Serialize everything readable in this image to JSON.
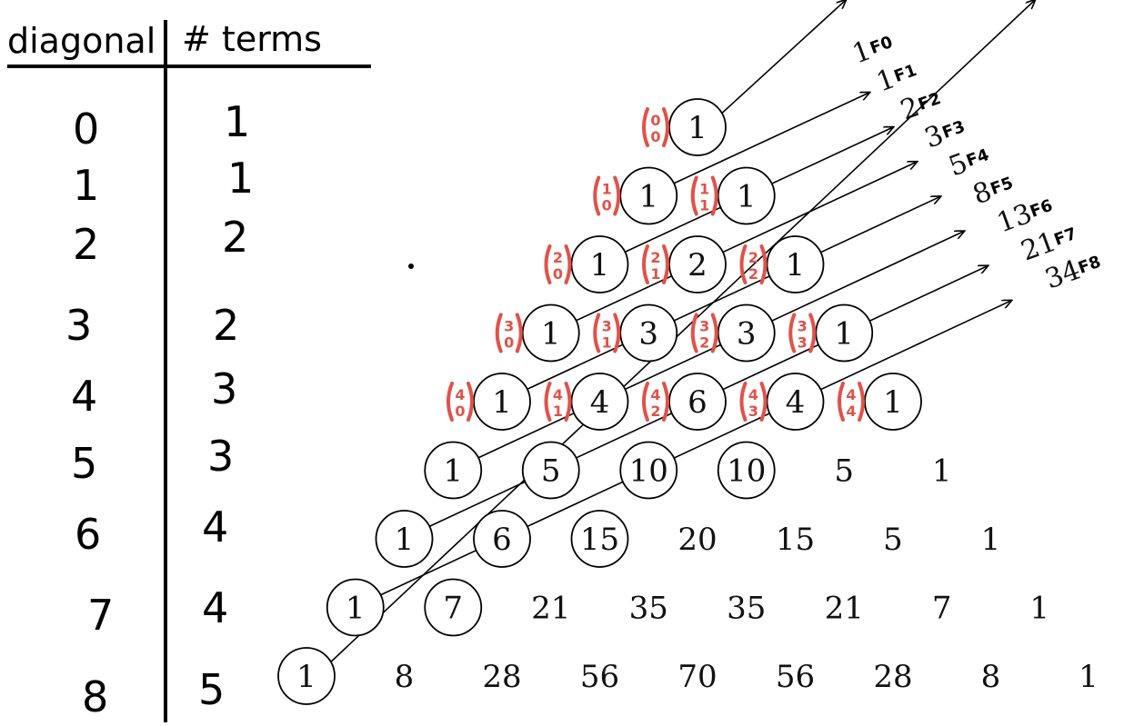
{
  "table": {
    "header_diagonal": "diagonal",
    "header_terms": "# terms",
    "rows": [
      {
        "diagonal": "0",
        "terms": "1"
      },
      {
        "diagonal": "1",
        "terms": "1"
      },
      {
        "diagonal": "2",
        "terms": "2"
      },
      {
        "diagonal": "3",
        "terms": "2"
      },
      {
        "diagonal": "4",
        "terms": "3"
      },
      {
        "diagonal": "5",
        "terms": "3"
      },
      {
        "diagonal": "6",
        "terms": "4"
      },
      {
        "diagonal": "7",
        "terms": "4"
      },
      {
        "diagonal": "8",
        "terms": "5"
      }
    ]
  },
  "triangle": {
    "rows": [
      [
        "1"
      ],
      [
        "1",
        "1"
      ],
      [
        "1",
        "2",
        "1"
      ],
      [
        "1",
        "3",
        "3",
        "1"
      ],
      [
        "1",
        "4",
        "6",
        "4",
        "1"
      ],
      [
        "1",
        "5",
        "10",
        "10",
        "5",
        "1"
      ],
      [
        "1",
        "6",
        "15",
        "20",
        "15",
        "5",
        "1"
      ],
      [
        "1",
        "7",
        "21",
        "35",
        "35",
        "21",
        "7",
        "1"
      ],
      [
        "1",
        "8",
        "28",
        "56",
        "70",
        "56",
        "28",
        "8",
        "1"
      ]
    ],
    "circled": [
      [
        0
      ],
      [
        0,
        1
      ],
      [
        0,
        1,
        2
      ],
      [
        0,
        1,
        2,
        3
      ],
      [
        0,
        1,
        2,
        3,
        4
      ],
      [
        0,
        1,
        2,
        3
      ],
      [
        0,
        1,
        2
      ],
      [
        0,
        1
      ],
      [
        0
      ]
    ]
  },
  "binomials": [
    [
      {
        "top": "0",
        "bottom": "0"
      }
    ],
    [
      {
        "top": "1",
        "bottom": "0"
      },
      {
        "top": "1",
        "bottom": "1"
      }
    ],
    [
      {
        "top": "2",
        "bottom": "0"
      },
      {
        "top": "2",
        "bottom": "1"
      },
      {
        "top": "2",
        "bottom": "2"
      }
    ],
    [
      {
        "top": "3",
        "bottom": "0"
      },
      {
        "top": "3",
        "bottom": "1"
      },
      {
        "top": "3",
        "bottom": "2"
      },
      {
        "top": "3",
        "bottom": "3"
      }
    ],
    [
      {
        "top": "4",
        "bottom": "0"
      },
      {
        "top": "4",
        "bottom": "1"
      },
      {
        "top": "4",
        "bottom": "2"
      },
      {
        "top": "4",
        "bottom": "3"
      },
      {
        "top": "4",
        "bottom": "4"
      }
    ]
  ],
  "fibonacci": [
    {
      "sum": "1",
      "label": "F0"
    },
    {
      "sum": "1",
      "label": "F1"
    },
    {
      "sum": "2",
      "label": "F2"
    },
    {
      "sum": "3",
      "label": "F3"
    },
    {
      "sum": "5",
      "label": "F4"
    },
    {
      "sum": "8",
      "label": "F5"
    },
    {
      "sum": "13",
      "label": "F6"
    },
    {
      "sum": "21",
      "label": "F7"
    },
    {
      "sum": "34",
      "label": "F8"
    }
  ],
  "colors": {
    "ink": "#000000",
    "annotation": "#e0524a"
  }
}
